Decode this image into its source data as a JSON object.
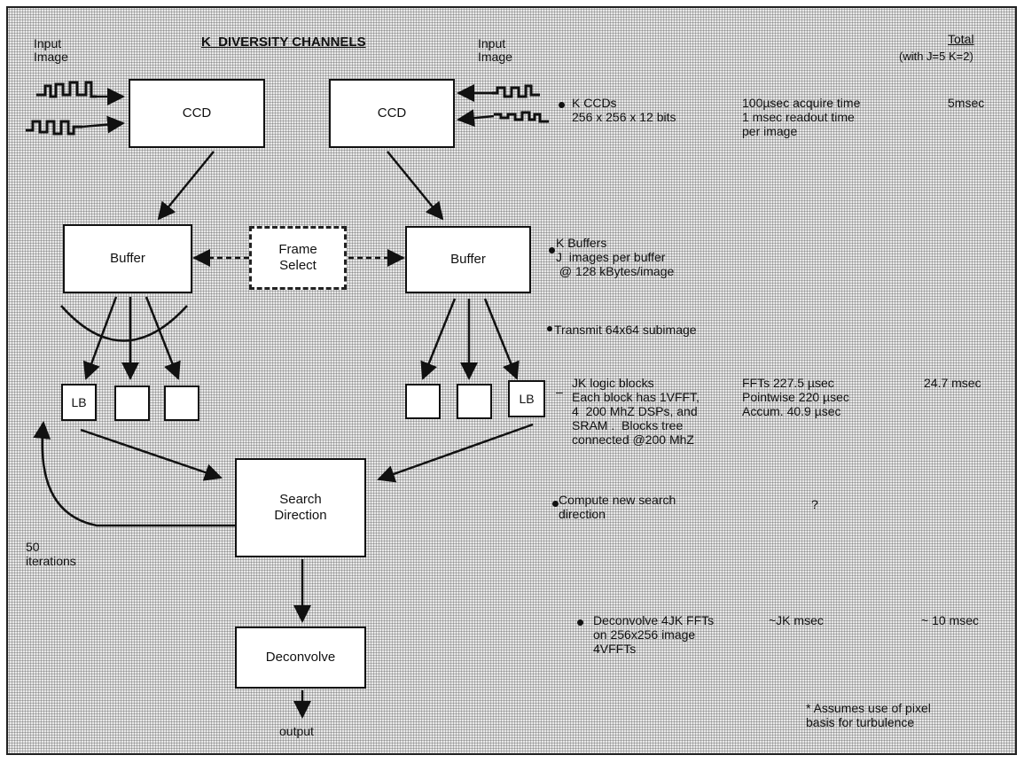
{
  "title": "K  DIVERSITY CHANNELS",
  "total_header": "Total",
  "total_params": "(with J=5 K=2)",
  "input_left": "Input\nImage",
  "input_right": "Input\nImage",
  "boxes": {
    "ccd_left": "CCD",
    "ccd_right": "CCD",
    "buffer_left": "Buffer",
    "buffer_right": "Buffer",
    "frame_select": "Frame\nSelect",
    "search_direction": "Search\nDirection",
    "deconvolve": "Deconvolve",
    "lb_left": "LB",
    "lb_right": "LB"
  },
  "iterations": "50\niterations",
  "output": "output",
  "rows": [
    {
      "desc": "K CCDs\n256 x 256 x 12 bits",
      "timing": "100µsec acquire time\n1 msec readout time\nper image",
      "total": "5msec"
    },
    {
      "desc": "K Buffers\nJ  images per buffer\n @ 128 kBytes/image",
      "timing": "",
      "total": ""
    },
    {
      "desc": "Transmit 64x64 subimage",
      "timing": "",
      "total": ""
    },
    {
      "desc": "JK logic blocks\nEach block has 1VFFT,\n4  200 MhZ DSPs, and\nSRAM .  Blocks tree\nconnected @200 MhZ",
      "timing": "FFTs 227.5 µsec\nPointwise 220 µsec\nAccum. 40.9 µsec",
      "total": "24.7 msec"
    },
    {
      "desc": "Compute new search\ndirection",
      "timing": "?",
      "total": ""
    },
    {
      "desc": "Deconvolve 4JK FFTs\non 256x256 image\n4VFFTs",
      "timing": "~JK msec",
      "total": "~ 10 msec"
    }
  ],
  "footnote": "* Assumes use of pixel\nbasis for turbulence"
}
